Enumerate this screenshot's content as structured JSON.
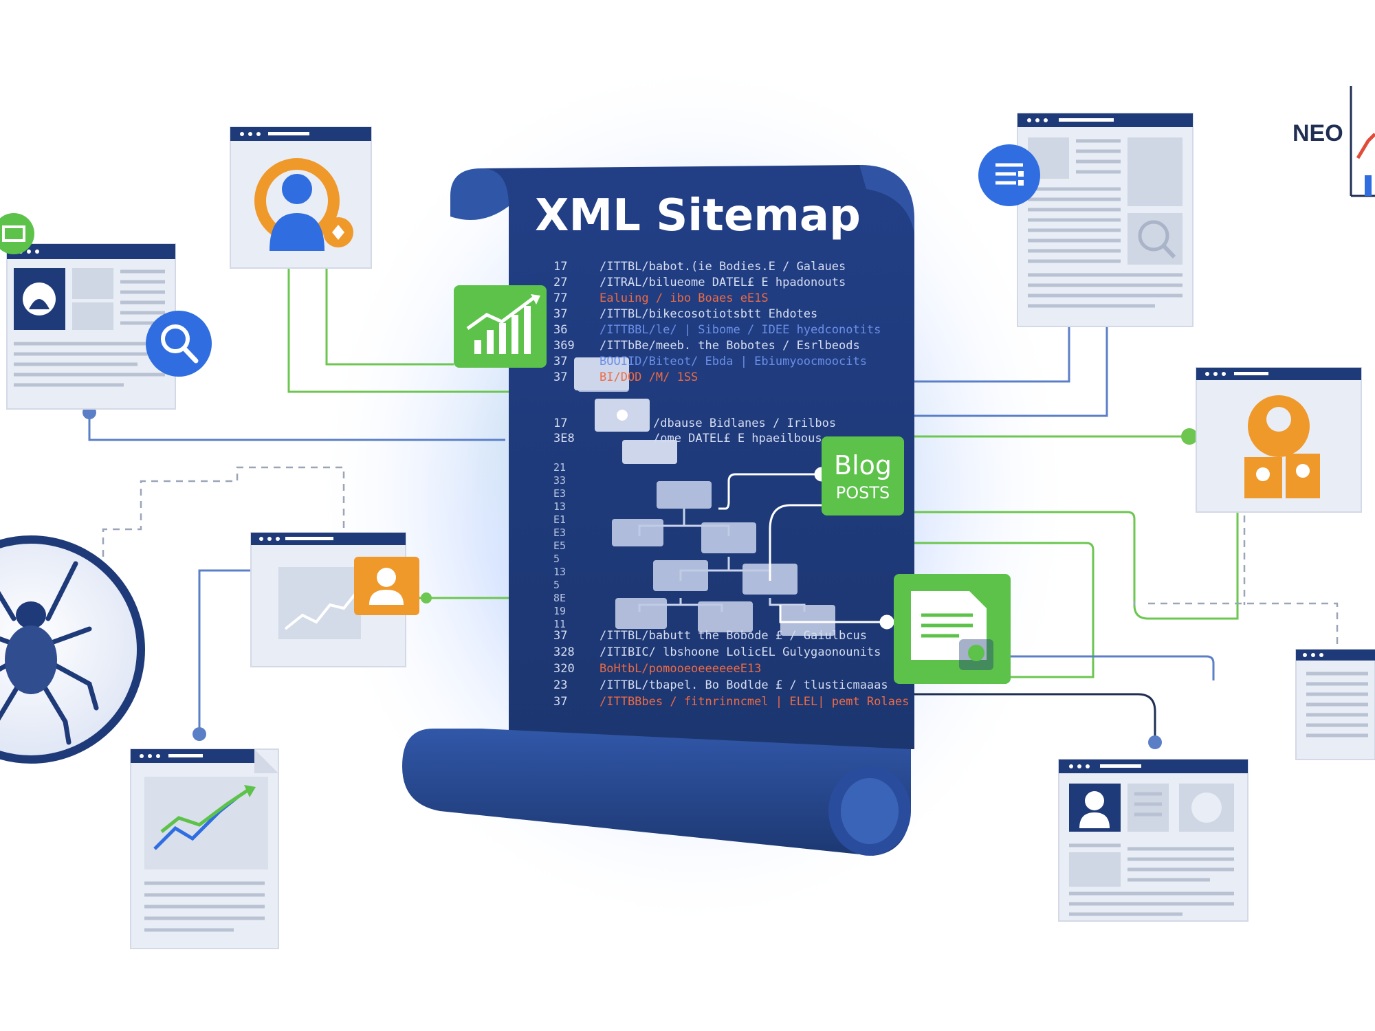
{
  "scroll": {
    "title": "XML Sitemap",
    "code_top": [
      {
        "num": "17",
        "text": "/ITTBL/babot.(ie Bodies.E / Galaues",
        "color": "#d7def2"
      },
      {
        "num": "27",
        "text": "/ITRAL/bilueome DATEL£ E hpadonouts",
        "color": "#d7def2"
      },
      {
        "num": "77",
        "text": "Ealuing / ibo Boaes eE1S",
        "color": "#ee6b43"
      },
      {
        "num": "37",
        "text": "/ITTBL/bikecosotiotsbtt Ehdotes",
        "color": "#d7def2"
      },
      {
        "num": "36",
        "text": "/ITTBBL/le/ | Sibome / IDEE hyedconotits",
        "color": "#6a8fe8"
      },
      {
        "num": "369",
        "text": "/ITTbBe/meeb. the Bobotes / Esrlbeods",
        "color": "#d7def2"
      },
      {
        "num": "37",
        "text": "BOOIID/Biteot/ Ebda | Ebiumyoocmoocits",
        "color": "#6a8fe8"
      },
      {
        "num": "37",
        "text": "BI/DOD /M/ 1SS",
        "color": "#ee6b43"
      }
    ],
    "code_mid": [
      {
        "num": "17",
        "text": "/dbause Bidlanes / Irilbos",
        "color": "#d7def2"
      },
      {
        "num": "3E8",
        "text": "/ome DATEL£ E hpaeilbous",
        "color": "#d7def2"
      }
    ],
    "code_bottom": [
      {
        "num": "37",
        "text": "/ITTBL/babutt the Bobode £ / Gaiulbcus",
        "color": "#d7def2"
      },
      {
        "num": "328",
        "text": "/ITIBIC/ lbshoone LolicEL Gulygaonounits",
        "color": "#d7def2"
      },
      {
        "num": "320",
        "text": "BoHtbL/pomooeoeeeeeeE13",
        "color": "#ee6b43"
      },
      {
        "num": "23",
        "text": "/ITTBL/tbapel. Bo Bodlde £ / tlusticmaaas",
        "color": "#d7def2"
      },
      {
        "num": "37",
        "text": "/ITTBBbes / fitnrinncmel | ELEL| pemt Rolaes",
        "color": "#ee6b43"
      }
    ],
    "gutter_numbers": [
      "21",
      "33",
      "E3",
      "13",
      "E1",
      "E3",
      "E5",
      "5",
      "13",
      "5",
      "8E",
      "19",
      "11"
    ]
  },
  "blog_badge": {
    "line1": "Blog",
    "line2": "POSTS"
  },
  "corner_logo": {
    "text": "NEO"
  },
  "colors": {
    "navy": "#1f3a78",
    "scroll_blue": "#23438c",
    "connector_blue": "#5b7fc7",
    "connector_green": "#6cc64f",
    "green": "#5cc24a",
    "orange": "#f0992b",
    "icon_blue": "#2f6de0",
    "panel": "#e9edf5",
    "glow": "#8fb2ff"
  }
}
